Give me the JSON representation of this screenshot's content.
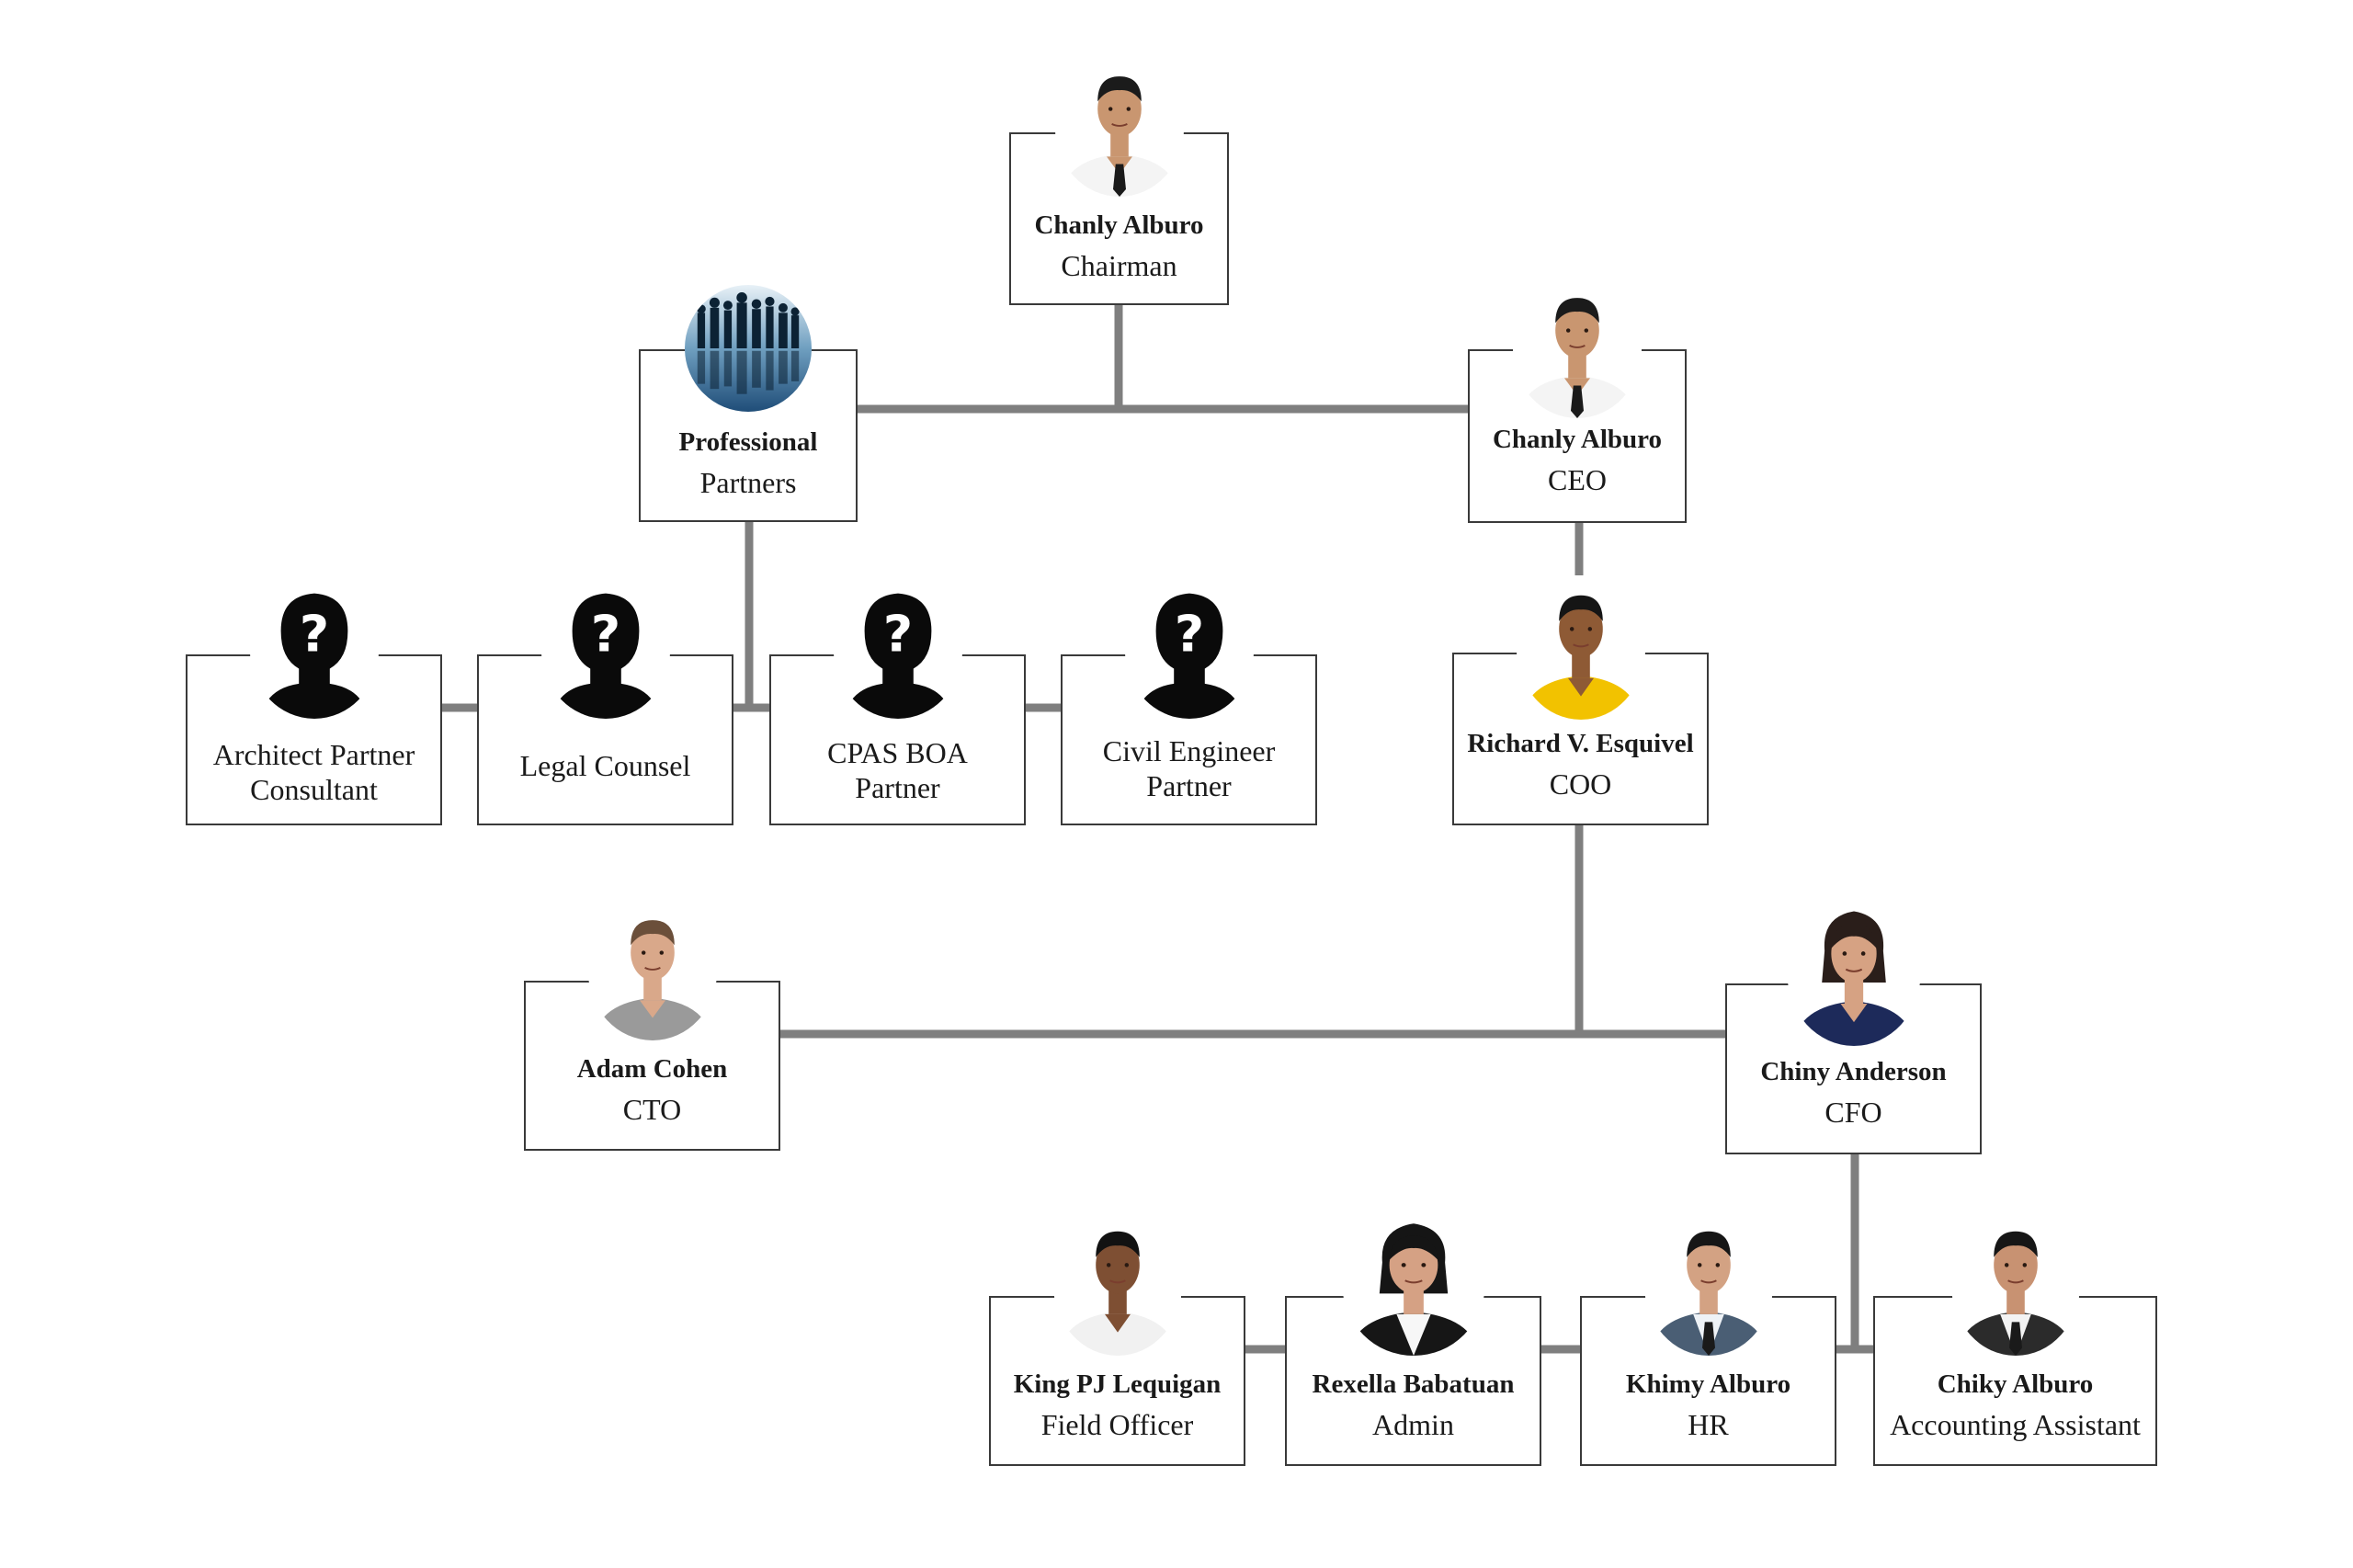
{
  "colors": {
    "connector": "#7f7f7f",
    "box_border": "#3a3a3a",
    "background": "#ffffff",
    "shirt_yellow": "#f2c200"
  },
  "nodes": {
    "chairman": {
      "name": "Chanly Alburo",
      "role": "Chairman",
      "photo": "man-white-shirt-tie-photo"
    },
    "partners": {
      "name": "Professional",
      "role": "Partners",
      "photo": "group-silhouettes-photo"
    },
    "ceo": {
      "name": "Chanly Alburo",
      "role": "CEO",
      "photo": "man-white-shirt-tie-photo"
    },
    "architect": {
      "line1": "Architect Partner",
      "line2": "Consultant",
      "photo": "unknown-person-icon"
    },
    "legal": {
      "role": "Legal Counsel",
      "photo": "unknown-person-icon"
    },
    "cpas": {
      "line1": "CPAS BOA",
      "line2": "Partner",
      "photo": "unknown-person-icon"
    },
    "civil": {
      "line1": "Civil Engineer",
      "line2": "Partner",
      "photo": "unknown-person-icon"
    },
    "coo": {
      "name": "Richard V. Esquivel",
      "role": "COO",
      "photo": "man-yellow-shirt-photo"
    },
    "cto": {
      "name": "Adam Cohen",
      "role": "CTO",
      "photo": "man-grey-shirt-photo"
    },
    "cfo": {
      "name": "Chiny Anderson",
      "role": "CFO",
      "photo": "woman-navy-dress-photo"
    },
    "field": {
      "name": "King PJ Lequigan",
      "role": "Field Officer",
      "photo": "man-white-polo-photo"
    },
    "admin": {
      "name": "Rexella Babatuan",
      "role": "Admin",
      "photo": "woman-black-blazer-photo"
    },
    "hr": {
      "name": "Khimy Alburo",
      "role": "HR",
      "photo": "man-grey-suit-photo"
    },
    "accounting": {
      "name": "Chiky Alburo",
      "role": "Accounting Assistant",
      "photo": "person-dark-suit-photo"
    }
  }
}
